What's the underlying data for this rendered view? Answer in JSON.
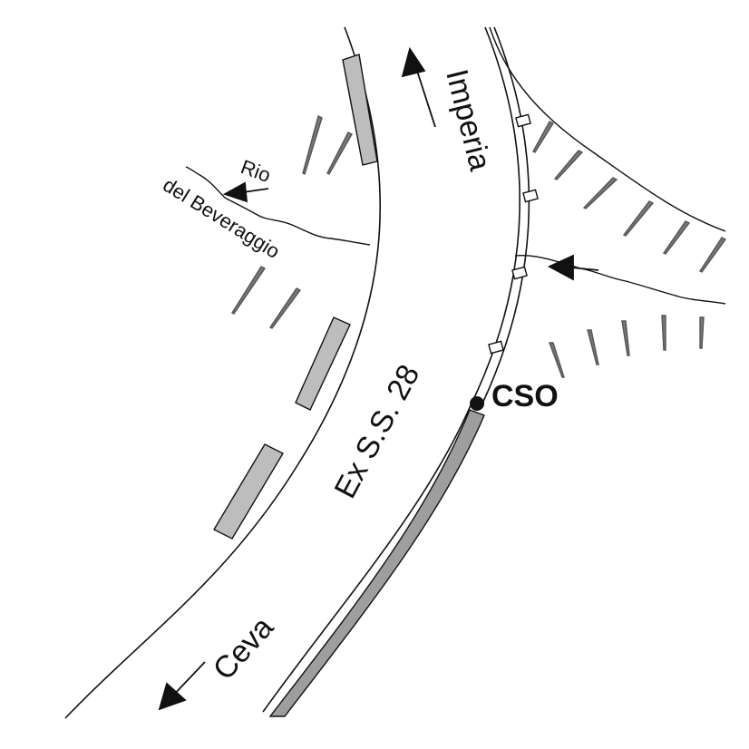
{
  "labels": {
    "road_name": "Ex S.S. 28",
    "direction_north": "Imperia",
    "direction_south": "Ceva",
    "river_line1": "Rio",
    "river_line2": "del Beveraggio",
    "station": "CSO"
  },
  "colors": {
    "line": "#111111",
    "shoulder_fill": "#bdbdbd",
    "drain_fill": "#9e9e9e",
    "hachure": "#777777",
    "background": "#ffffff"
  }
}
